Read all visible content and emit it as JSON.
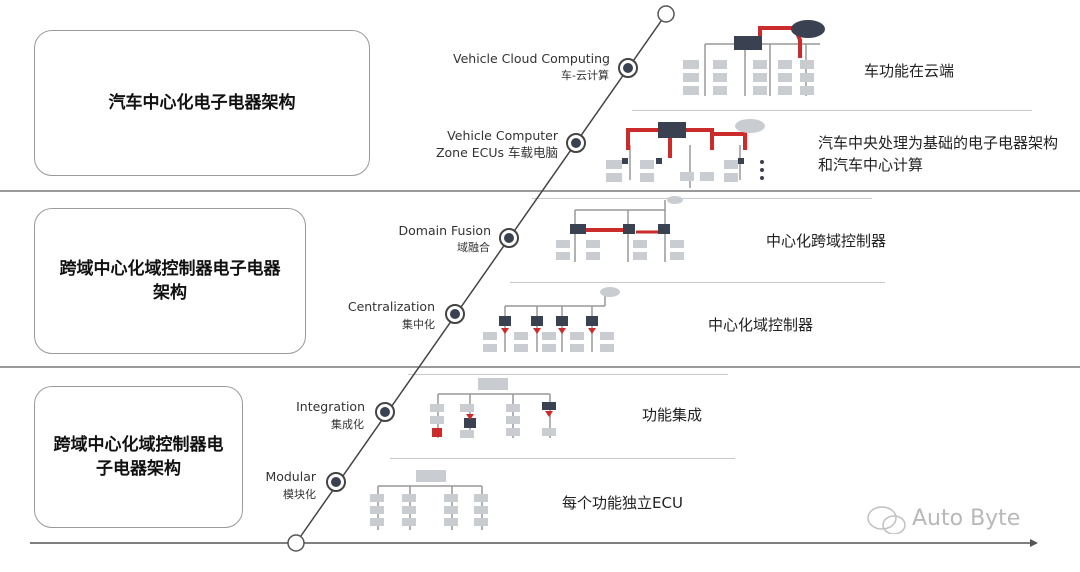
{
  "tiers": [
    {
      "label": "汽车中心化电子电器架构"
    },
    {
      "label": "跨域中心化域控制器电子电器架构"
    },
    {
      "label": "跨域中心化域控制器电子电器架构"
    }
  ],
  "stages": [
    {
      "en": "Vehicle Cloud Computing",
      "cn": "车-云计算",
      "desc": "车功能在云端"
    },
    {
      "en": "Vehicle Computer\nZone ECUs 车载电脑",
      "cn": "",
      "desc": "汽车中央处理为基础的电子电器架构和汽车中心计算"
    },
    {
      "en": "Domain Fusion",
      "cn": "域融合",
      "desc": "中心化跨域控制器"
    },
    {
      "en": "Centralization",
      "cn": "集中化",
      "desc": "中心化域控制器"
    },
    {
      "en": "Integration",
      "cn": "集成化",
      "desc": "功能集成"
    },
    {
      "en": "Modular",
      "cn": "模块化",
      "desc": "每个功能独立ECU"
    }
  ],
  "watermark": "Auto Byte",
  "colors": {
    "accent": "#cc2b2b",
    "node": "#3a4150",
    "block": "#c9ccd0",
    "line": "#9a9a9a"
  }
}
